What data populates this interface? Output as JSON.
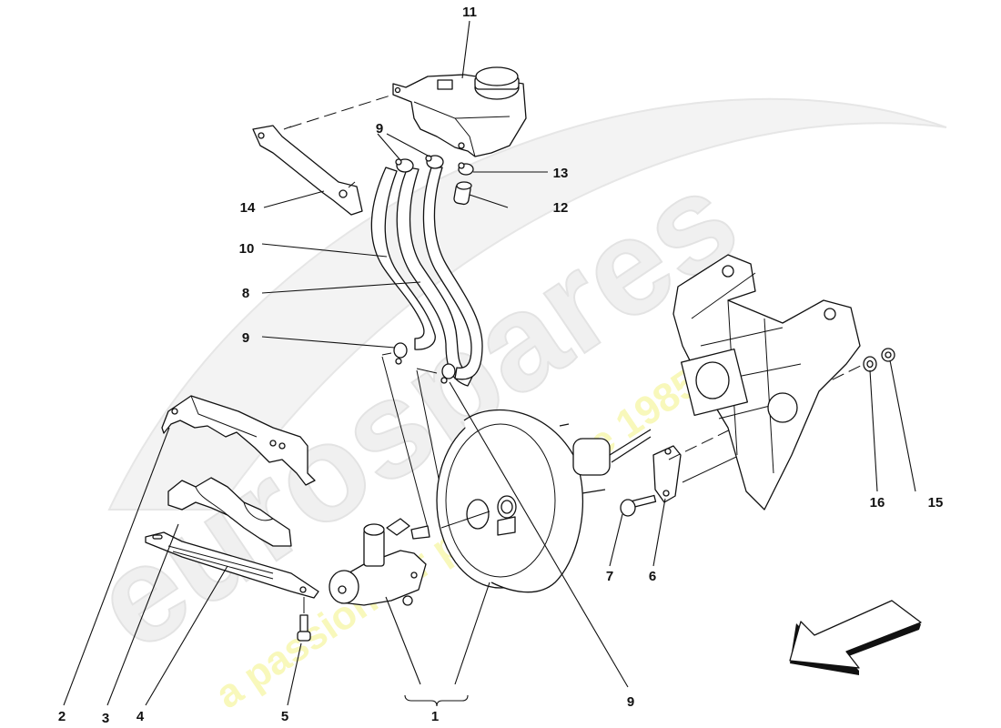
{
  "diagram": {
    "subject": "brake hydraulic system - master cylinder, servo, reservoir",
    "watermark": {
      "brand": "eurospares",
      "tagline": "a passion for parts since 1985"
    },
    "callouts": [
      {
        "id": "c1",
        "label": "1"
      },
      {
        "id": "c2",
        "label": "2"
      },
      {
        "id": "c3",
        "label": "3"
      },
      {
        "id": "c4",
        "label": "4"
      },
      {
        "id": "c5",
        "label": "5"
      },
      {
        "id": "c6",
        "label": "6"
      },
      {
        "id": "c7",
        "label": "7"
      },
      {
        "id": "c8",
        "label": "8"
      },
      {
        "id": "c9a",
        "label": "9"
      },
      {
        "id": "c9b",
        "label": "9"
      },
      {
        "id": "c9c",
        "label": "9"
      },
      {
        "id": "c10",
        "label": "10"
      },
      {
        "id": "c11",
        "label": "11"
      },
      {
        "id": "c12",
        "label": "12"
      },
      {
        "id": "c13",
        "label": "13"
      },
      {
        "id": "c14",
        "label": "14"
      },
      {
        "id": "c15",
        "label": "15"
      },
      {
        "id": "c16",
        "label": "16"
      }
    ],
    "parts": [
      {
        "ref": "1",
        "name": "master cylinder and brake servo assembly"
      },
      {
        "ref": "2",
        "name": "upper pipe cover"
      },
      {
        "ref": "3",
        "name": "lower pipe holder"
      },
      {
        "ref": "4",
        "name": "support plate"
      },
      {
        "ref": "5",
        "name": "screw"
      },
      {
        "ref": "6",
        "name": "gasket"
      },
      {
        "ref": "7",
        "name": "bolt"
      },
      {
        "ref": "8",
        "name": "hose"
      },
      {
        "ref": "9",
        "name": "hose clamp"
      },
      {
        "ref": "10",
        "name": "hose"
      },
      {
        "ref": "11",
        "name": "fluid reservoir"
      },
      {
        "ref": "12",
        "name": "sleeve"
      },
      {
        "ref": "13",
        "name": "clamp"
      },
      {
        "ref": "14",
        "name": "reservoir bracket"
      },
      {
        "ref": "15",
        "name": "nut"
      },
      {
        "ref": "16",
        "name": "washer"
      }
    ],
    "direction_arrow": "vehicle-front-direction"
  }
}
